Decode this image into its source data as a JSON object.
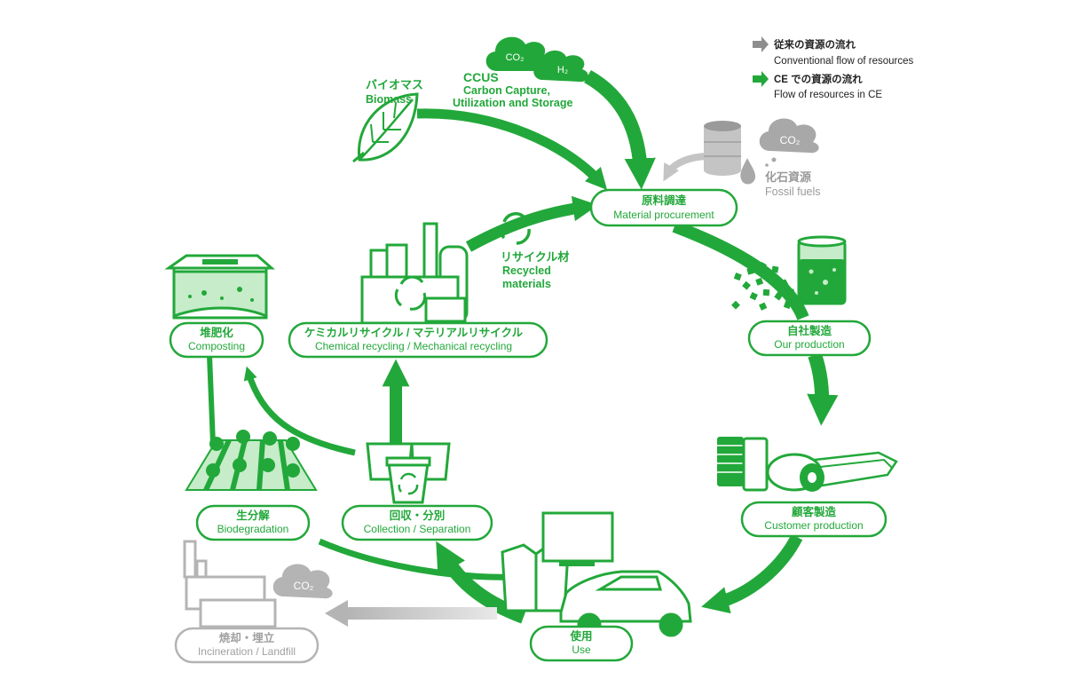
{
  "colors": {
    "green": "#22a83a",
    "green_dark": "#15872b",
    "green_light": "#c6ecc9",
    "gray": "#b4b4b4",
    "gray_dark": "#8e8e8e",
    "text": "#222222"
  },
  "legend": {
    "conventional_jp": "従来の資源の流れ",
    "conventional_en": "Conventional flow of resources",
    "ce_jp": "CE での資源の流れ",
    "ce_en": "Flow of resources in CE"
  },
  "nodes": {
    "material": {
      "jp": "原料調達",
      "en": "Material procurement"
    },
    "own": {
      "jp": "自社製造",
      "en": "Our production"
    },
    "customer": {
      "jp": "顧客製造",
      "en": "Customer production"
    },
    "use": {
      "jp": "使用",
      "en": "Use"
    },
    "collection": {
      "jp": "回収・分別",
      "en": "Collection / Separation"
    },
    "recycling": {
      "jp": "ケミカルリサイクル / マテリアルリサイクル",
      "en": "Chemical recycling / Mechanical recycling"
    },
    "composting": {
      "jp": "堆肥化",
      "en": "Composting"
    },
    "biodeg": {
      "jp": "生分解",
      "en": "Biodegradation"
    },
    "incineration": {
      "jp": "焼却・埋立",
      "en": "Incineration / Landfill"
    }
  },
  "inputs": {
    "biomass_jp": "バイオマス",
    "biomass_en": "Biomass",
    "ccus_title": "CCUS",
    "ccus_line1": "Carbon Capture,",
    "ccus_line2": "Utilization and Storage",
    "recycled_jp": "リサイクル材",
    "recycled_en1": "Recycled",
    "recycled_en2": "materials",
    "fossil_jp": "化石資源",
    "fossil_en": "Fossil fuels"
  },
  "clouds": {
    "co2": "CO₂",
    "h2": "H₂"
  }
}
